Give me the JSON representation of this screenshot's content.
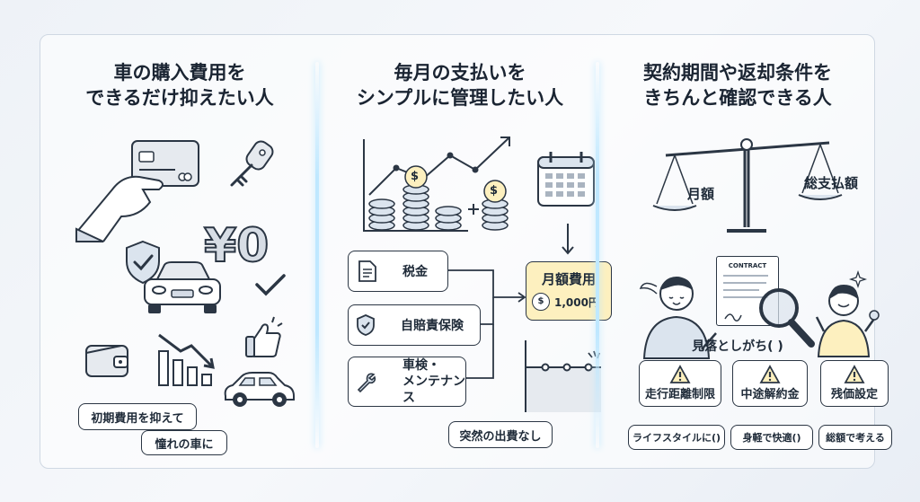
{
  "columns": [
    {
      "title_lines": [
        "車の購入費用を",
        "できるだけ抑えたい人"
      ],
      "price_mark": "¥0",
      "callouts": [
        "初期費用を抑えて",
        "憧れの車に"
      ]
    },
    {
      "title_lines": [
        "毎月の支払いを",
        "シンプルに管理したい人"
      ],
      "cost_items": [
        "税金",
        "自賠責保険",
        "車検・\nメンテナンス"
      ],
      "cost_item_lines": [
        [
          "税金"
        ],
        [
          "自賠責保険"
        ],
        [
          "車検・",
          "メンテナンス"
        ]
      ],
      "monthly_label": "月額費用",
      "monthly_amount": "1,000円",
      "coin_symbol": "$",
      "bottom_callout": "突然の出費なし"
    },
    {
      "title_lines": [
        "契約期間や返却条件を",
        "きちんと確認できる人"
      ],
      "scale_left": "月額",
      "scale_right": "総支払額",
      "contract_label": "CONTRACT",
      "oversight_label": "見落としがち( )",
      "warnings": [
        "走行距離制限",
        "中途解約金",
        "残価設定"
      ],
      "notes": [
        "ライフスタイルに()",
        "身軽で快適()",
        "総額で考える"
      ]
    }
  ],
  "colors": {
    "line": "#2b3644",
    "accent_yellow": "#fdf0bf",
    "glow": "#bfe8ff",
    "gray_fill": "#e6eaef"
  }
}
